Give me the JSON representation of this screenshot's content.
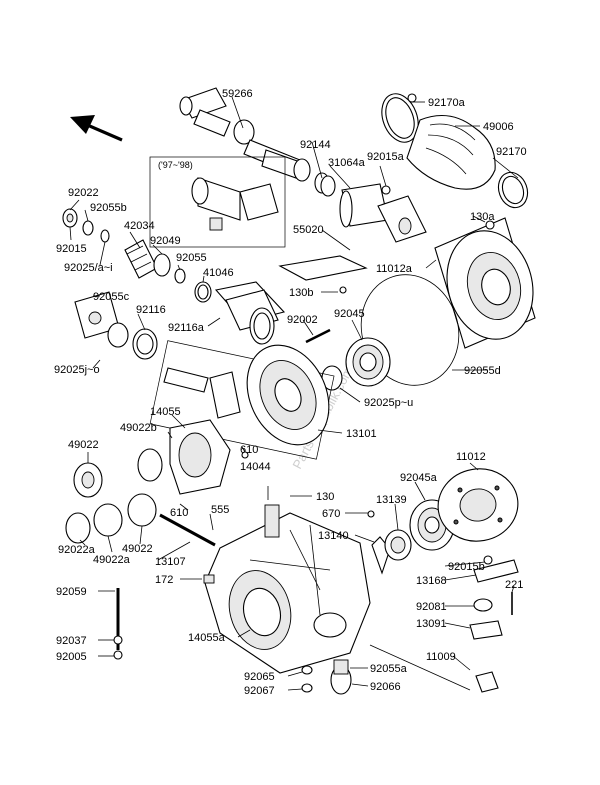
{
  "labels": {
    "l59266": "59266",
    "l92170a": "92170a",
    "l49006": "49006",
    "l92170": "92170",
    "l9798": "('97~'98)",
    "l92144": "92144",
    "l31064a": "31064a",
    "l92015a": "92015a",
    "l92022": "92022",
    "l92055b": "92055b",
    "l42034": "42034",
    "l92049": "92049",
    "l92015": "92015",
    "l92025ai": "92025/a~i",
    "l92055": "92055",
    "l41046": "41046",
    "l55020": "55020",
    "l130a": "130a",
    "l11012a": "11012a",
    "l92055c": "92055c",
    "l92116": "92116",
    "l130b": "130b",
    "l92116a": "92116a",
    "l92002": "92002",
    "l92045": "92045",
    "l92025jo": "92025j~o",
    "l92055d": "92055d",
    "l92025pu": "92025p~u",
    "l14055": "14055",
    "l49022b": "49022b",
    "l13101": "13101",
    "l49022": "49022",
    "l11012": "11012",
    "l610a": "610",
    "l14044": "14044",
    "l130": "130",
    "l92045a": "92045a",
    "l610b": "610",
    "l555": "555",
    "l670": "670",
    "l13139": "13139",
    "l13140": "13140",
    "l49022c": "49022",
    "l92022a": "92022a",
    "l49022a": "49022a",
    "l13107": "13107",
    "l92015b": "92015b",
    "l172": "172",
    "l13168": "13168",
    "l221": "221",
    "l92059": "92059",
    "l92081": "92081",
    "l13091": "13091",
    "l92037": "92037",
    "l14055a": "14055a",
    "l11009": "11009",
    "l92005": "92005",
    "l92055a": "92055a",
    "l92065": "92065",
    "l92067": "92067",
    "l92066": "92066"
  },
  "watermark": "Parts-Republik.com"
}
